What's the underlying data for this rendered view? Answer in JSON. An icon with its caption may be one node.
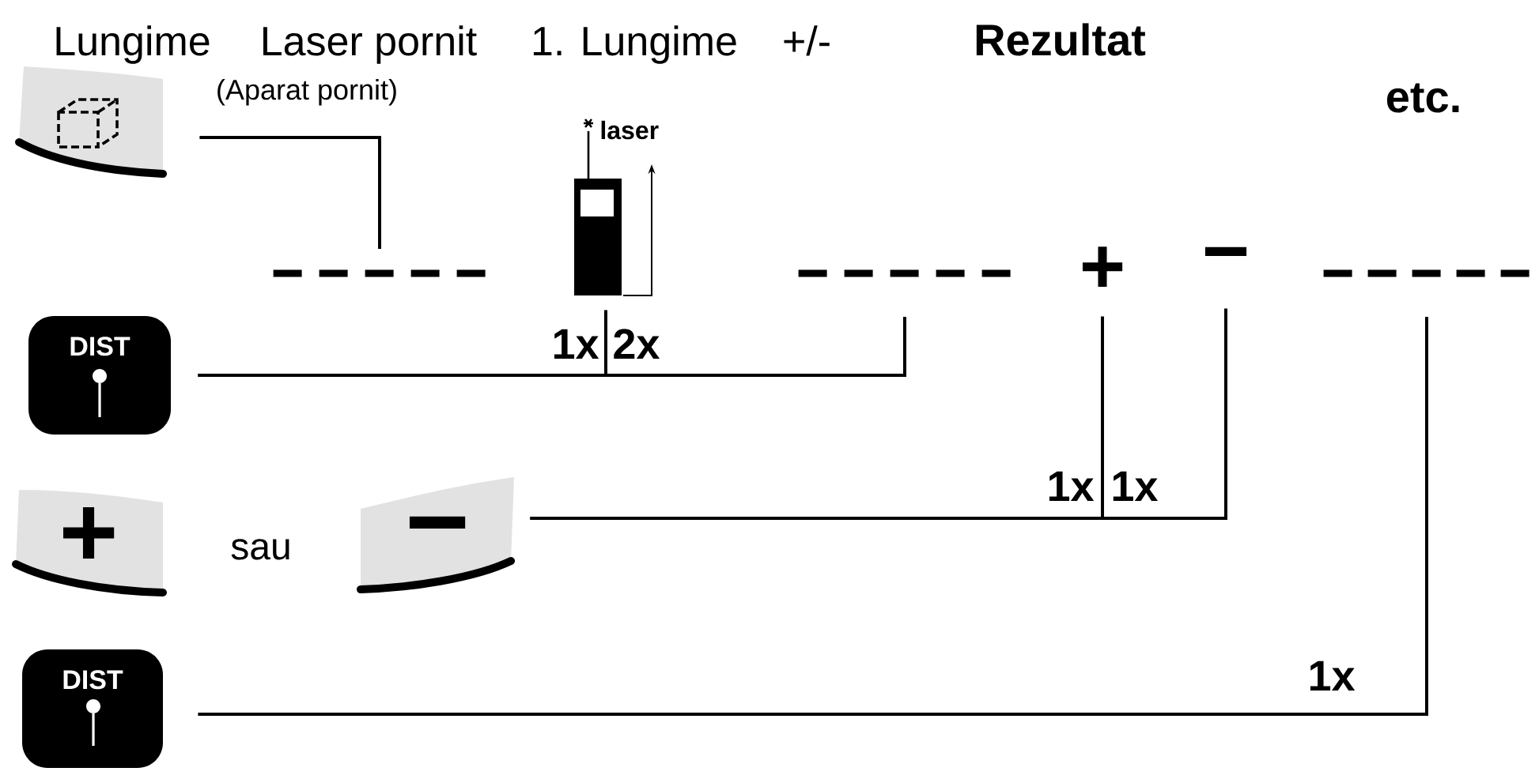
{
  "diagram": {
    "nodes": [
      {
        "text": [],
        "shape": "picture"
      },
      {
        "text": [],
        "shape": "dashes"
      },
      {
        "text": [],
        "shape": "picture",
        "beside": [
          "laser"
        ]
      },
      {
        "text": [],
        "shape": "dashes"
      },
      {
        "text": [
          "+"
        ]
      },
      {
        "text": [
          "−"
        ]
      },
      {
        "text": [],
        "shape": "dashes"
      },
      {
        "text": [
          "DIST"
        ]
      },
      {
        "text": [
          "+"
        ]
      },
      {
        "text": [
          "−"
        ]
      },
      {
        "text": [
          "DIST"
        ]
      }
    ],
    "edges": [
      {
        "from": 0,
        "to": 1,
        "arrow": "none"
      },
      {
        "from": 7,
        "to": 2,
        "arrow": "none",
        "label": "1x"
      },
      {
        "from": 7,
        "to": 3,
        "arrow": "none",
        "label": "2x"
      },
      {
        "from": 9,
        "to": 4,
        "arrow": "none",
        "label": "1x"
      },
      {
        "from": 9,
        "to": 5,
        "arrow": "none",
        "label": "1x"
      },
      {
        "from": 10,
        "to": 6,
        "arrow": "none",
        "label": "1x"
      }
    ],
    "labels": [
      "Lungime",
      "Laser pornit",
      "1. Lungime",
      "+/-",
      "Rezultat",
      "(Aparat pornit)",
      "etc.",
      "sau"
    ]
  }
}
